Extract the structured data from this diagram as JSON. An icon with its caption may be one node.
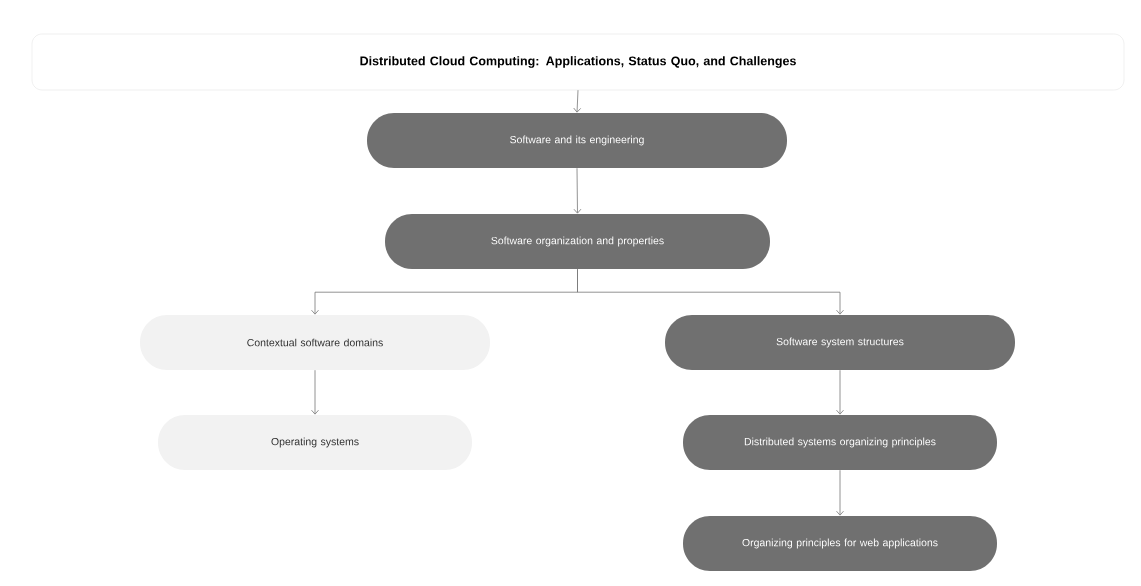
{
  "diagram": {
    "nodes": [
      {
        "text": [
          "Distributed Cloud Computing: Applications, Status Quo, and Challenges"
        ]
      },
      {
        "text": [
          "Software and its engineering"
        ]
      },
      {
        "text": [
          "Software organization and properties"
        ]
      },
      {
        "text": [
          "Contextual software domains"
        ]
      },
      {
        "text": [
          "Software system structures"
        ]
      },
      {
        "text": [
          "Operating systems"
        ]
      },
      {
        "text": [
          "Distributed systems organizing principles"
        ]
      },
      {
        "text": [
          "Organizing principles for web applications"
        ]
      }
    ],
    "edges": [
      {
        "from": 0,
        "to": 1,
        "arrow": "to"
      },
      {
        "from": 1,
        "to": 2,
        "arrow": "to"
      },
      {
        "from": 2,
        "to": 3,
        "arrow": "to"
      },
      {
        "from": 2,
        "to": 4,
        "arrow": "to"
      },
      {
        "from": 3,
        "to": 5,
        "arrow": "to"
      },
      {
        "from": 4,
        "to": 6,
        "arrow": "to"
      },
      {
        "from": 6,
        "to": 7,
        "arrow": "to"
      }
    ]
  }
}
